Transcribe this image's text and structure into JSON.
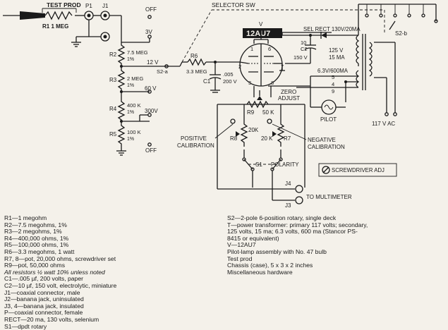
{
  "schematic": {
    "labels": {
      "test_prod": "TEST PROD",
      "r1": "R1  1 MEG",
      "p1": "P1",
      "j1": "J1",
      "off_top": "OFF",
      "off_bottom": "OFF",
      "selector": "SELECTOR SW",
      "tube_pin_v": "V",
      "tube": "12AU7",
      "sel_rect": "SEL RECT 130V/20MA",
      "s2b": "S2-b",
      "r2": "R2",
      "r2_val": "7.5 MEG",
      "r2_tol": "1%",
      "r3": "R3",
      "r3_val": "2 MEG",
      "r3_tol": "1%",
      "r4": "R4",
      "r4_val": "400 K",
      "r4_tol": "1%",
      "r5": "R5",
      "r5_val": "100 K",
      "r5_tol": "1%",
      "v3": "3V",
      "v12": "12 V",
      "v60": "60 V",
      "v300": "300V",
      "s2a": "S2-a",
      "r6": "R6",
      "r6_val": "3.3 MEG",
      "c1": "C1",
      "c1_val": ".005",
      "c1_v": "200 V",
      "c2": "C2",
      "c2_val": "10",
      "c2_v": "150 V",
      "t_125": "125 V",
      "t_15": "15 MA",
      "t_63": "6.3V/600MA",
      "pilot": "PILOT",
      "ac": "117 V AC",
      "zero": "ZERO",
      "adjust": "ADJUST",
      "r9": "R9",
      "r9_val": "50 K",
      "k20a": "20K",
      "k20b": "20 K",
      "r8": "R8",
      "r7": "R7",
      "pos1": "POSITIVE",
      "pos2": "CALIBRATION",
      "neg1": "NEGATIVE",
      "neg2": "CALIBRATION",
      "s1": "S1",
      "polarity": "POLARITY",
      "screwdriver": "SCREWDRIVER ADJ",
      "j4": "J4",
      "j3": "J3",
      "multimeter": "TO MULTIMETER",
      "pin1": "1",
      "pin2": "2",
      "pin3": "3",
      "pin4": "4",
      "pin5": "5",
      "pin6": "6",
      "pin7": "7",
      "pin8": "8",
      "pin9": "9"
    }
  },
  "parts_list": {
    "left": [
      "R1—1 megohm",
      "R2—7.5 megohms, 1%",
      "R3—2 megohms, 1%",
      "R4—400,000 ohms, 1%",
      "R5—100,000 ohms, 1%",
      "R6—3.3 megohms, 1 watt",
      "R7, 8—pot, 20,000 ohms, screwdriver set",
      "R9—pot, 50,000 ohms",
      "All resistors ½ watt 10% unless noted",
      "C1—.005 µf, 200 volts, paper",
      "C2—10 µf, 150 volt, electrolytic, miniature",
      "J1—coaxial connector, male",
      "J2—banana jack, uninsulated",
      "J3, 4—banana jack, insulated",
      "P—coaxial connector, female",
      "RECT—20 ma, 130 volts, selenium",
      "S1—dpdt rotary"
    ],
    "right": [
      "S2—2-pole 6-position rotary, single deck",
      "T—power transformer: primary 117 volts; secondary,",
      "    125 volts, 15 ma; 6.3 volts, 600 ma (Stancor PS-",
      "    8415 or equivalent)",
      "V—12AU7",
      "Pilot-lamp assembly with No. 47 bulb",
      "Test prod",
      "Chassis (case), 5 x 3 x 2 inches",
      "Miscellaneous hardware"
    ]
  }
}
